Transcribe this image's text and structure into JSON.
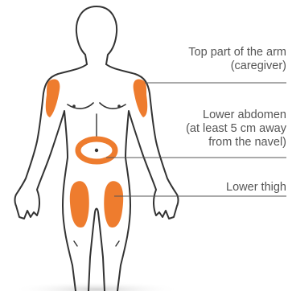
{
  "labels": {
    "arm": [
      "Top part of the arm",
      "(caregiver)"
    ],
    "abdomen": [
      "Lower abdomen",
      "(at least 5 cm away",
      "from the navel)"
    ],
    "thigh": [
      "Lower thigh"
    ]
  },
  "colors": {
    "injection_site": "#ee7c2e",
    "outline": "#333333",
    "leader_line": "#555555",
    "text": "#555555",
    "floor_shadow": "#d7d7d7"
  }
}
